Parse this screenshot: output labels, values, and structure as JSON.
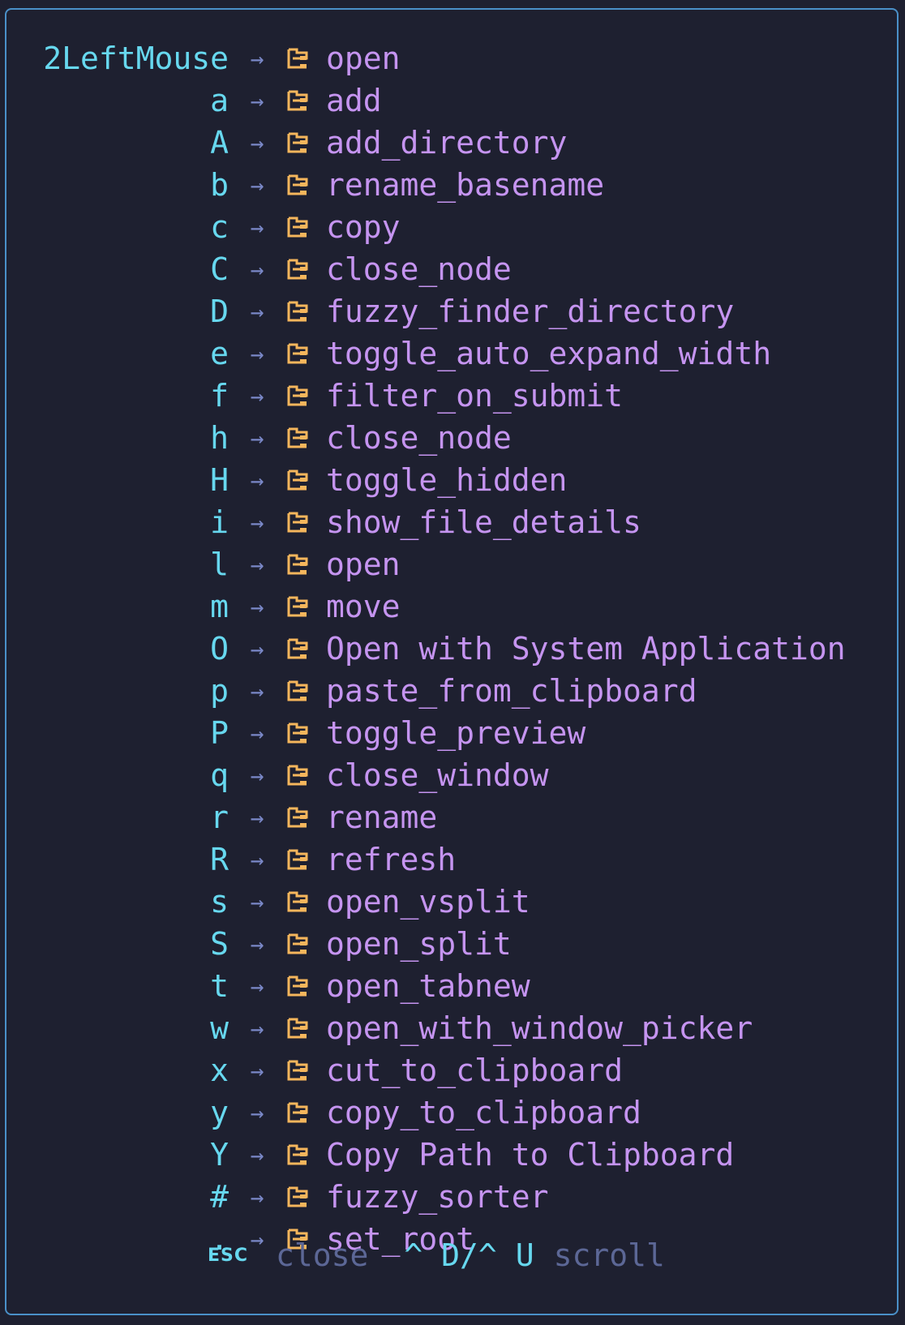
{
  "bindings": [
    {
      "key": "2LeftMouse",
      "action": "open"
    },
    {
      "key": "a",
      "action": "add"
    },
    {
      "key": "A",
      "action": "add_directory"
    },
    {
      "key": "b",
      "action": "rename_basename"
    },
    {
      "key": "c",
      "action": "copy"
    },
    {
      "key": "C",
      "action": "close_node"
    },
    {
      "key": "D",
      "action": "fuzzy_finder_directory"
    },
    {
      "key": "e",
      "action": "toggle_auto_expand_width"
    },
    {
      "key": "f",
      "action": "filter_on_submit"
    },
    {
      "key": "h",
      "action": "close_node"
    },
    {
      "key": "H",
      "action": "toggle_hidden"
    },
    {
      "key": "i",
      "action": "show_file_details"
    },
    {
      "key": "l",
      "action": "open"
    },
    {
      "key": "m",
      "action": "move"
    },
    {
      "key": "O",
      "action": "Open with System Application"
    },
    {
      "key": "p",
      "action": "paste_from_clipboard"
    },
    {
      "key": "P",
      "action": "toggle_preview"
    },
    {
      "key": "q",
      "action": "close_window"
    },
    {
      "key": "r",
      "action": "rename"
    },
    {
      "key": "R",
      "action": "refresh"
    },
    {
      "key": "s",
      "action": "open_vsplit"
    },
    {
      "key": "S",
      "action": "open_split"
    },
    {
      "key": "t",
      "action": "open_tabnew"
    },
    {
      "key": "w",
      "action": "open_with_window_picker"
    },
    {
      "key": "x",
      "action": "cut_to_clipboard"
    },
    {
      "key": "y",
      "action": "copy_to_clipboard"
    },
    {
      "key": "Y",
      "action": "Copy Path to Clipboard"
    },
    {
      "key": "#",
      "action": "fuzzy_sorter"
    },
    {
      "key": ".",
      "action": "set_root"
    }
  ],
  "footer": {
    "esc_key": "ESC",
    "close_label": "close",
    "scroll_keys": "^ D/^ U",
    "scroll_label": "scroll"
  },
  "icons": {
    "separator": "arrow-right-icon",
    "row_icon": "tree-icon"
  },
  "colors": {
    "background": "#1e2030",
    "border": "#4a90c8",
    "key": "#67d8ef",
    "arrow": "#7a88c8",
    "icon": "#f5b65c",
    "action": "#c594f0",
    "muted": "#5c6796"
  }
}
